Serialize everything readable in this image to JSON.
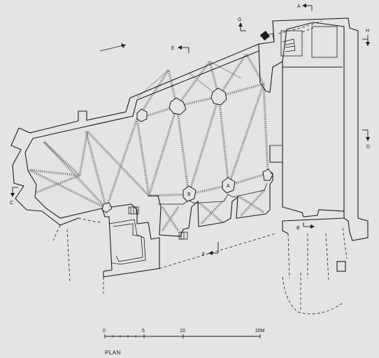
{
  "section_markers": {
    "a_top": "A",
    "g": "G",
    "h": "H",
    "e_top": "E",
    "d": "D",
    "c": "C",
    "b_bottom": "B",
    "f": "F"
  },
  "pier_labels": {
    "pier_b": "B",
    "pier_a": "A"
  },
  "scale_bar": {
    "tick_0": "0",
    "tick_5": "5",
    "tick_10": "10",
    "tick_20": "20M"
  },
  "caption": "PLAN"
}
